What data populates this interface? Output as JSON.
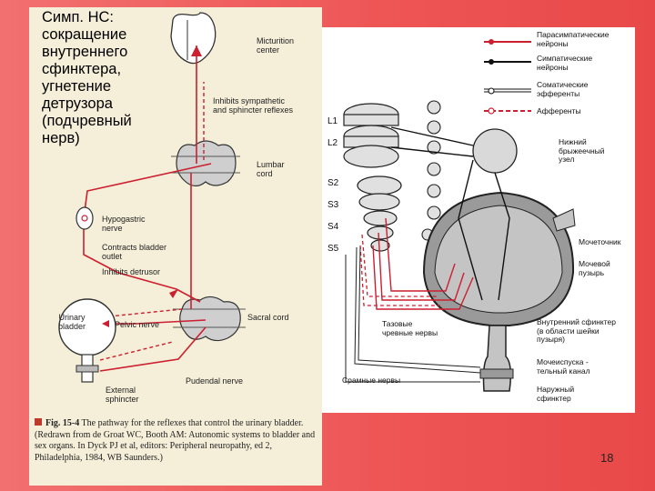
{
  "overlay_text": "Симп. НС:\nсокращение\nвнутреннего\nсфинктера,\nугнетение\nдетрузора\n(подчревный\nнерв)",
  "left_diagram": {
    "labels": {
      "micturition": "Micturition\ncenter",
      "inhibits_sympathetic": "Inhibits sympathetic\nand sphincter reflexes",
      "lumbar": "Lumbar\ncord",
      "hypogastric": "Hypogastric\nnerve",
      "contracts": "Contracts bladder\noutlet",
      "inhibits_detrusor": "Inhibits detrusor",
      "urinary_bladder": "Urinary\nbladder",
      "pelvic": "Pelvic nerve",
      "sacral": "Sacral cord",
      "pudendal": "Pudendal nerve",
      "external": "External\nsphincter"
    },
    "caption": {
      "fig_label": "Fig. 15-4",
      "text": "The pathway for the reflexes that control the urinary bladder. (Redrawn from de Groat WC, Booth AM: Autonomic systems to bladder and sex organs. In Dyck PJ et al, editors: Peripheral neuropathy, ed 2, Philadelphia, 1984, WB Saunders.)"
    }
  },
  "right_diagram": {
    "legend": [
      {
        "label": "Парасимпатические\nнейроны",
        "color": "#cc1f2f",
        "style": "dot-solid"
      },
      {
        "label": "Симпатические\nнейроны",
        "color": "#111111",
        "style": "dot-solid"
      },
      {
        "label": "Соматические\nэфференты",
        "color": "#111111",
        "style": "dot-double"
      },
      {
        "label": "Афференты",
        "color": "#cc1f2f",
        "style": "dashed"
      }
    ],
    "segments": {
      "L1": "L1",
      "L2": "L2",
      "S2": "S2",
      "S3": "S3",
      "S4": "S4",
      "S5": "S5"
    },
    "labels": {
      "ganglion": "Нижний\nбрыжеечный\nузел",
      "ureter": "Мочеточник",
      "bladder": "Мочевой\nпузырь",
      "pelvic_nerves": "Тазовые\nчревные нервы",
      "internal_sphincter": "Внутренний сфинктер\n(в области шейки\nпузыря)",
      "pudendal_nerves": "Срамные нервы",
      "urethra": "Мочеиспуска -\nтельный канал",
      "external_sphincter": "Наружный\nсфинктер"
    }
  },
  "colors": {
    "red": "#cc1f2f",
    "dark": "#111111",
    "grey": "#7a7a7a"
  },
  "page_number": "18"
}
